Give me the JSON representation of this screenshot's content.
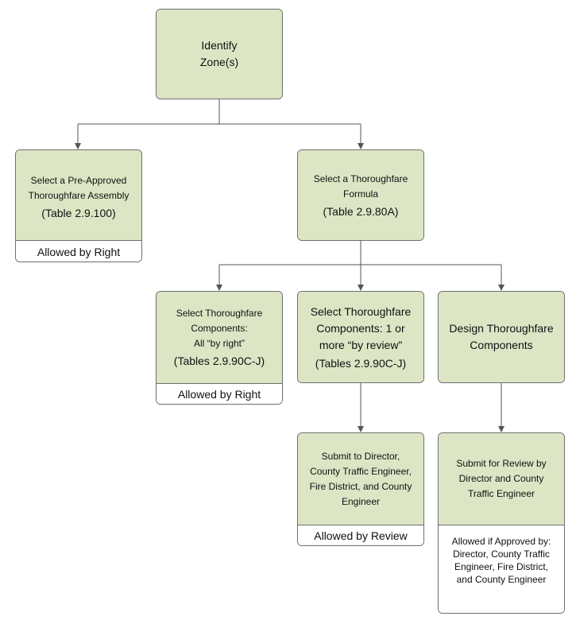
{
  "root": {
    "lines": [
      "Identify",
      "Zone(s)"
    ]
  },
  "preapproved": {
    "lines": [
      "Select a Pre-Approved",
      "Thoroughfare Assembly"
    ],
    "ref": "(Table 2.9.100)",
    "caption": "Allowed by Right"
  },
  "formula": {
    "lines": [
      "Select a Thoroughfare",
      "Formula"
    ],
    "ref": "(Table 2.9.80A)"
  },
  "by_right": {
    "lines": [
      "Select Thoroughfare",
      "Components:",
      "All “by right”"
    ],
    "ref": "(Tables 2.9.90C-J)",
    "caption": "Allowed by Right"
  },
  "by_review": {
    "lines": [
      "Select Thoroughfare",
      "Components: 1 or",
      "more “by review”"
    ],
    "ref": "(Tables 2.9.90C-J)"
  },
  "design": {
    "lines": [
      "Design Thoroughfare",
      "Components"
    ]
  },
  "submit_director": {
    "lines": [
      "Submit to Director,",
      "County Traffic Engineer,",
      "Fire District, and County",
      "Engineer"
    ],
    "caption": "Allowed by Review"
  },
  "submit_review": {
    "lines": [
      "Submit for Review by",
      "Director and County",
      "Traffic Engineer"
    ],
    "caption_lines": [
      "Allowed if Approved by:",
      "Director, County Traffic",
      "Engineer, Fire District,",
      "and County Engineer"
    ]
  },
  "colors": {
    "node_fill": "#dce6c5",
    "border": "#6e6e6e",
    "connector": "#555555"
  }
}
